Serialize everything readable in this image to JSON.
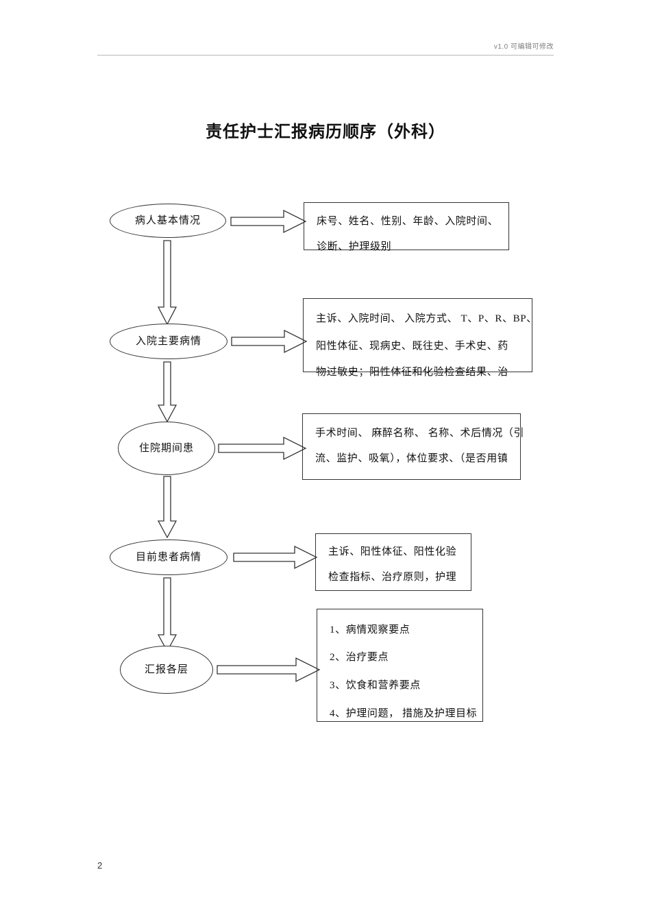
{
  "header": {
    "version_note": "v1.0  可编辑可修改"
  },
  "title": "责任护士汇报病历顺序（外科）",
  "footer": {
    "page_number": "2"
  },
  "flow": {
    "nodes": [
      {
        "label": "病人基本情况"
      },
      {
        "label": "入院主要病情"
      },
      {
        "label": "住院期间患"
      },
      {
        "label": "目前患者病情"
      },
      {
        "label": "汇报各层"
      }
    ],
    "boxes": [
      {
        "lines": [
          "床号、姓名、性别、年龄、入院时间、",
          "诊断、护理级别"
        ]
      },
      {
        "lines": [
          "主诉、入院时间、  入院方式、  T、P、R、BP、",
          "阳性体征、现病史、既往史、手术史、药",
          "物过敏史；阳性体征和化验检查结果、治"
        ]
      },
      {
        "lines": [
          "手术时间、 麻醉名称、 名称、术后情况（引",
          "流、监护、吸氧），体位要求、（是否用镇"
        ]
      },
      {
        "lines": [
          "主诉、阳性体征、阳性化验",
          "检查指标、治疗原则，护理"
        ]
      },
      {
        "lines": [
          "1、病情观察要点",
          "2、治疗要点",
          "3、饮食和营养要点",
          "4、护理问题，  措施及护理目标"
        ]
      }
    ]
  }
}
